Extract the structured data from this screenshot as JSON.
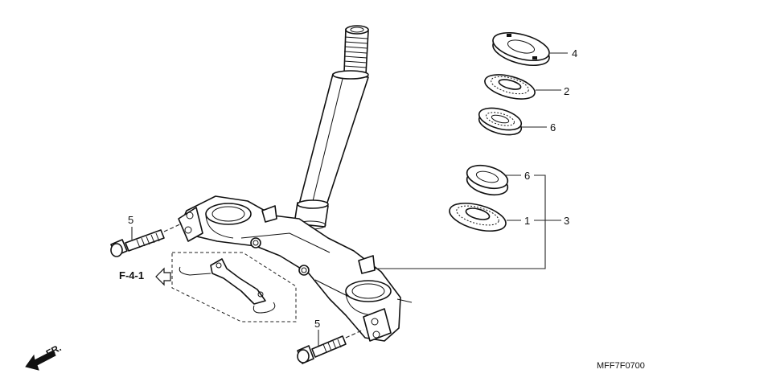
{
  "callouts": {
    "c4": "4",
    "c2": "2",
    "c6a": "6",
    "c6b": "6",
    "c1": "1",
    "c3": "3",
    "c5a": "5",
    "c5b": "5"
  },
  "reference": "F-4-1",
  "front_marker": "FR.",
  "drawing_code": "MFF7F0700"
}
